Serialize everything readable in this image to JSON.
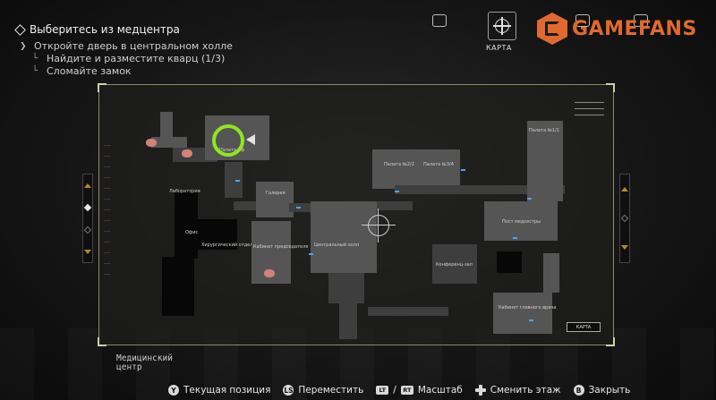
{
  "objectives": {
    "main": "Выберитесь из медцентра",
    "sub": "Откройте дверь в центральном холле",
    "tasks": [
      "Найдите и разместите кварц (1/3)",
      "Сломайте замок"
    ]
  },
  "top_bar": {
    "map_tab_label": "КАРТА",
    "map_tab_icon": "compass-icon",
    "brand": "GAMEFANS",
    "brand_color": "#e0692f"
  },
  "map": {
    "area_name": "Медицинский\nцентр",
    "map_button": "КАРТА",
    "legend": [
      "",
      "",
      ""
    ],
    "rooms": {
      "hall_lab": "Лаборатория",
      "lobby": "Палата 8ф",
      "gallery": "Галерея",
      "office": "Офис",
      "surgery": "Хирургический отдел",
      "cabinet": "Кабинет председателя",
      "central_hall": "Центральный холл",
      "ward_2": "Палата №1/1",
      "ward_3": "Палата №2/2",
      "ward_4": "Палата №3/4",
      "nurse_post": "Пост медсестры",
      "conference": "Конференц-зал",
      "chief_office": "Кабинет главного врача"
    },
    "marker_color": "#8fe61e",
    "door_color": "#4aa3ff"
  },
  "controls": [
    {
      "icon": "Y",
      "label": "Текущая позиция"
    },
    {
      "icon": "LS",
      "label": "Переместить"
    },
    {
      "icon": "LT",
      "label": "/"
    },
    {
      "icon": "RT",
      "label": "Масштаб"
    },
    {
      "icon": "dpad",
      "label": "Сменить этаж"
    },
    {
      "icon": "B",
      "label": "Закрыть"
    }
  ]
}
